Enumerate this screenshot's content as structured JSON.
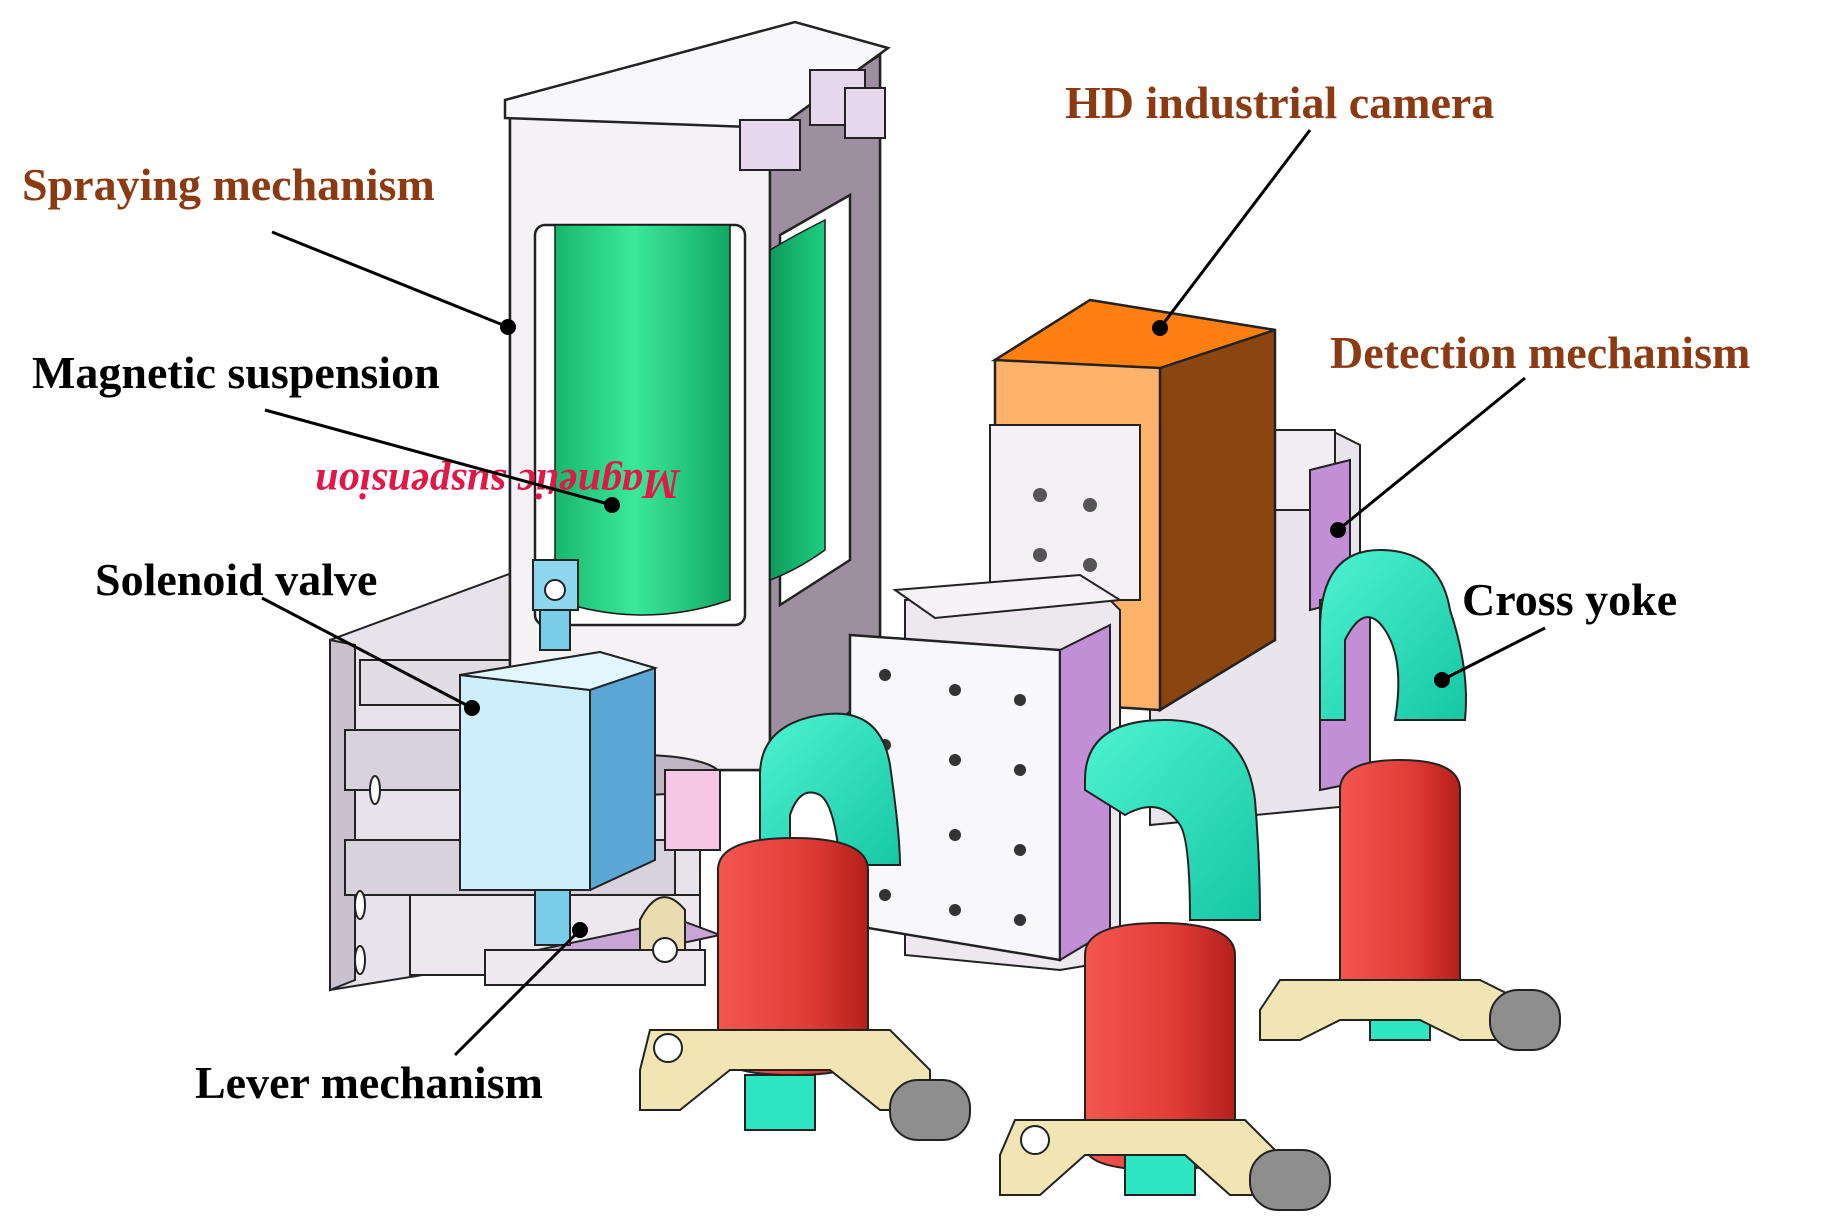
{
  "colors": {
    "callout_orange": "#8B3A12",
    "callout_black": "#000000",
    "cylinder_green": "#1FD17E",
    "camera_orange": "#FF7F10",
    "camera_brown": "#8A4511",
    "yoke_cyan": "#2EE6C2",
    "coil_red": "#E63A34",
    "valve_blue": "#5AA7D6",
    "bracket_purple": "#B583C6",
    "foot_cream": "#F1E6B3",
    "frame_gray": "#D9D3DC"
  },
  "labels": {
    "spraying": "Spraying mechanism",
    "magnetic": "Magnetic suspension",
    "solenoid": "Solenoid valve",
    "lever": "Lever mechanism",
    "camera": "HD industrial camera",
    "detection": "Detection mechanism",
    "yoke": "Cross yoke"
  },
  "cylinder_text": "Magnetic suspension"
}
